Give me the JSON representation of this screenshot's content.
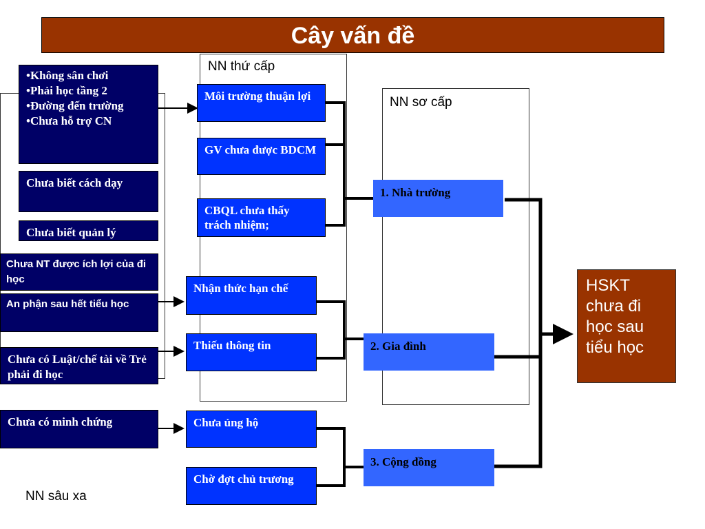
{
  "title": "Cây vấn đề",
  "frames": {
    "secondary_label": "NN thứ cấp",
    "primary_label": "NN sơ cấp",
    "deep_label": "NN sâu xa"
  },
  "deep_causes": {
    "bullets": [
      "Không sân chơi",
      "Phải học tầng 2",
      "Đường đến trường",
      "Chưa hỗ trợ CN"
    ],
    "no_teaching_skill": "Chưa biết cách dạy",
    "no_management_skill": "Chưa biết quản lý",
    "no_awareness_benefit": "Chưa NT được ích lợi của đi học",
    "content_after_primary": "An phận sau hết tiểu học",
    "no_law": "Chưa có Luật/chế tài về Trẻ phải đi học",
    "no_evidence": "Chưa có minh chứng"
  },
  "secondary_causes": {
    "favorable_env": "Môi trường thuận lợi",
    "teachers_untrained": "GV chưa được BDCM",
    "managers_unaware": "CBQL chưa thấy trách nhiệm;",
    "limited_awareness": "Nhận thức hạn chế",
    "lack_info": "Thiếu thông tin",
    "no_support": "Chưa ủng hộ",
    "waiting_policy": "Chờ đợt chủ trương"
  },
  "primary_causes": {
    "school": "1. Nhà trường",
    "family": "2. Gia đình",
    "community": "3. Cộng đồng"
  },
  "result": "HSKT chưa đi học sau tiểu học",
  "colors": {
    "title_bg": "#993300",
    "dark_box": "#000066",
    "secondary_box": "#0033ff",
    "primary_box": "#3366ff",
    "result_bg": "#993300"
  }
}
